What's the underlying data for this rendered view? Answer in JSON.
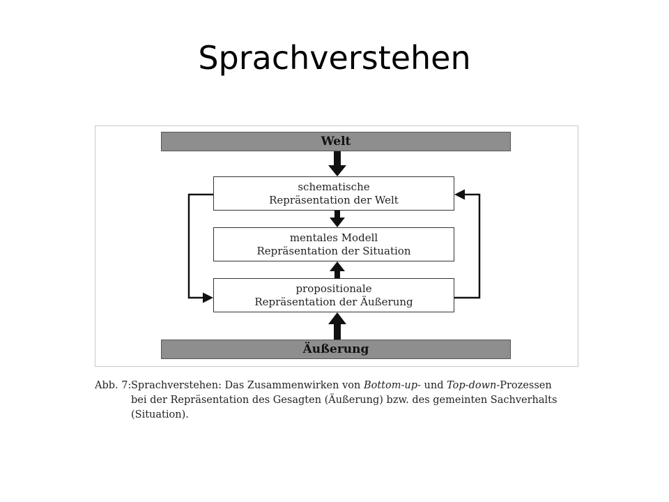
{
  "slide": {
    "title": "Sprachverstehen"
  },
  "diagram": {
    "top_bar": "Welt",
    "bottom_bar": "Äußerung",
    "boxes": [
      {
        "line1": "schematische",
        "line2": "Repräsentation der Welt"
      },
      {
        "line1": "mentales Modell",
        "line2": "Repräsentation der Situation"
      },
      {
        "line1": "propositionale",
        "line2": "Repräsentation der Äußerung"
      }
    ],
    "colors": {
      "bar_fill": "#8e8e8e",
      "arrow": "#111111",
      "box_border": "#333333"
    }
  },
  "caption": {
    "label": "Abb. 7:",
    "line1_a": "Sprachverstehen: Das Zusammenwirken von ",
    "line1_b": "Bottom-up-",
    "line1_c": " und ",
    "line1_d": "Top-down-",
    "line1_e": "Prozessen",
    "line2": "bei der Repräsentation des Gesagten (Äußerung) bzw. des gemeinten Sachverhalts",
    "line3": "(Situation)."
  }
}
